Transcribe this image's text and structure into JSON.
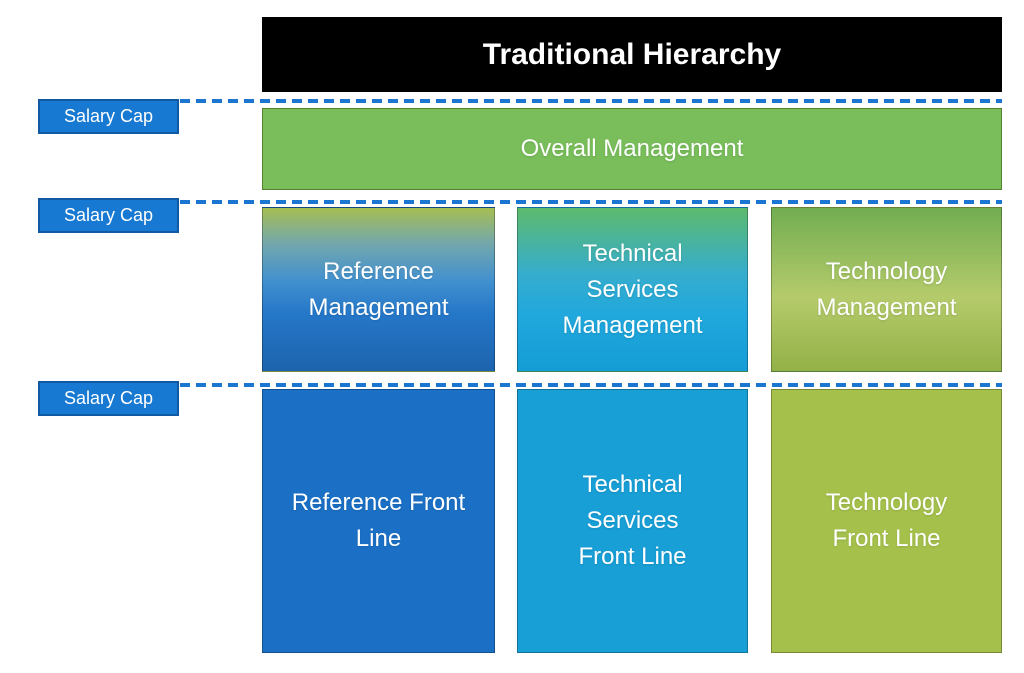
{
  "title": "Traditional Hierarchy",
  "salary_caps": [
    {
      "label": "Salary Cap"
    },
    {
      "label": "Salary Cap"
    },
    {
      "label": "Salary Cap"
    }
  ],
  "hierarchy": {
    "top": {
      "label": "Overall Management",
      "fill": "#79be5b"
    },
    "management": [
      {
        "label": "Reference\nManagement",
        "gradient": [
          "#a6be52 0%",
          "#73a7ad 22%",
          "#4190cf 45%",
          "#2577c8 65%",
          "#1d63ad 100%"
        ]
      },
      {
        "label": "Technical\nServices\nManagement",
        "gradient": [
          "#5dba6d 0%",
          "#36adcd 40%",
          "#21a8dc 65%",
          "#149cd6 100%"
        ]
      },
      {
        "label": "Technology\nManagement",
        "gradient": [
          "#72ad51 0%",
          "#b5cb6b 55%",
          "#93b147 100%"
        ]
      }
    ],
    "front_line": [
      {
        "label": "Reference Front\nLine",
        "fill": "#1b70c5"
      },
      {
        "label": "Technical\nServices\nFront Line",
        "fill": "#189fd6"
      },
      {
        "label": "Technology\nFront Line",
        "fill": "#a5c14c"
      }
    ]
  },
  "colors": {
    "header_bg": "#000000",
    "header_text": "#ffffff",
    "salary_cap_fill": "#1879d2",
    "salary_cap_border": "#1259a4",
    "dashed_line": "#1b76d2",
    "overall_border": "#567f2e",
    "box_text": "#ffffff",
    "background": "#ffffff"
  }
}
